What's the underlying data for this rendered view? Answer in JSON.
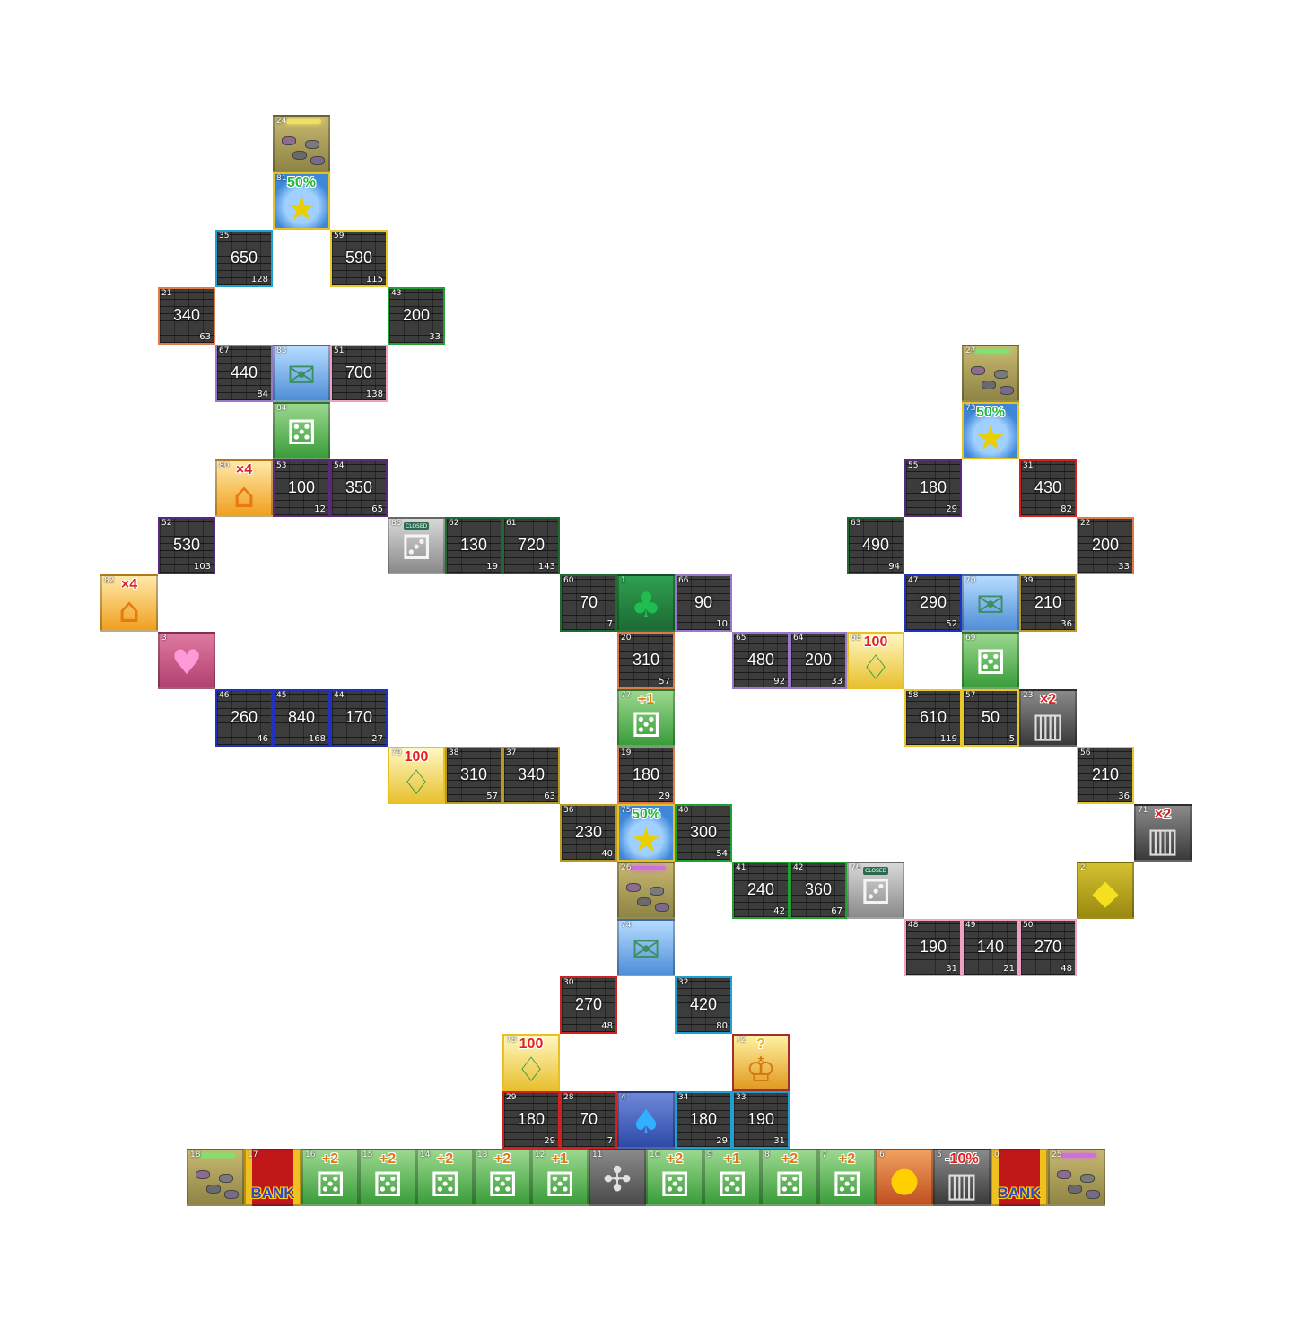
{
  "board": {
    "palette": {
      "red": "#d02020",
      "orange": "#e07a48",
      "yellow": "#e8c828",
      "green": "#20a030",
      "darkgreen": "#1f6b2f",
      "blue": "#2030c0",
      "cyan": "#20a0d0",
      "purple": "#9a78c8",
      "darkpurple": "#5a2a7a",
      "pink": "#f0a0c0",
      "olive": "#b89a20"
    },
    "properties": [
      {
        "idx": "35",
        "price": "650",
        "toll": "128",
        "col": 3,
        "row": 3,
        "color": "cyan"
      },
      {
        "idx": "59",
        "price": "590",
        "toll": "115",
        "col": 5,
        "row": 3,
        "color": "yellow"
      },
      {
        "idx": "21",
        "price": "340",
        "toll": "63",
        "col": 2,
        "row": 4,
        "color": "orange"
      },
      {
        "idx": "43",
        "price": "200",
        "toll": "33",
        "col": 6,
        "row": 4,
        "color": "green"
      },
      {
        "idx": "67",
        "price": "440",
        "toll": "84",
        "col": 3,
        "row": 5,
        "color": "purple"
      },
      {
        "idx": "51",
        "price": "700",
        "toll": "138",
        "col": 5,
        "row": 5,
        "color": "pink"
      },
      {
        "idx": "53",
        "price": "100",
        "toll": "12",
        "col": 4,
        "row": 7,
        "color": "darkpurple"
      },
      {
        "idx": "54",
        "price": "350",
        "toll": "65",
        "col": 5,
        "row": 7,
        "color": "darkpurple"
      },
      {
        "idx": "52",
        "price": "530",
        "toll": "103",
        "col": 2,
        "row": 8,
        "color": "darkpurple"
      },
      {
        "idx": "62",
        "price": "130",
        "toll": "19",
        "col": 7,
        "row": 8,
        "color": "darkgreen"
      },
      {
        "idx": "61",
        "price": "720",
        "toll": "143",
        "col": 8,
        "row": 8,
        "color": "darkgreen"
      },
      {
        "idx": "60",
        "price": "70",
        "toll": "7",
        "col": 9,
        "row": 9,
        "color": "darkgreen"
      },
      {
        "idx": "66",
        "price": "90",
        "toll": "10",
        "col": 11,
        "row": 9,
        "color": "purple"
      },
      {
        "idx": "20",
        "price": "310",
        "toll": "57",
        "col": 10,
        "row": 10,
        "color": "orange"
      },
      {
        "idx": "65",
        "price": "480",
        "toll": "92",
        "col": 12,
        "row": 10,
        "color": "purple"
      },
      {
        "idx": "64",
        "price": "200",
        "toll": "33",
        "col": 13,
        "row": 10,
        "color": "purple"
      },
      {
        "idx": "46",
        "price": "260",
        "toll": "46",
        "col": 3,
        "row": 11,
        "color": "blue"
      },
      {
        "idx": "45",
        "price": "840",
        "toll": "168",
        "col": 4,
        "row": 11,
        "color": "blue"
      },
      {
        "idx": "44",
        "price": "170",
        "toll": "27",
        "col": 5,
        "row": 11,
        "color": "blue"
      },
      {
        "idx": "38",
        "price": "310",
        "toll": "57",
        "col": 7,
        "row": 12,
        "color": "olive"
      },
      {
        "idx": "37",
        "price": "340",
        "toll": "63",
        "col": 8,
        "row": 12,
        "color": "olive"
      },
      {
        "idx": "19",
        "price": "180",
        "toll": "29",
        "col": 10,
        "row": 12,
        "color": "orange"
      },
      {
        "idx": "36",
        "price": "230",
        "toll": "40",
        "col": 9,
        "row": 13,
        "color": "olive"
      },
      {
        "idx": "40",
        "price": "300",
        "toll": "54",
        "col": 11,
        "row": 13,
        "color": "green"
      },
      {
        "idx": "41",
        "price": "240",
        "toll": "42",
        "col": 12,
        "row": 14,
        "color": "green"
      },
      {
        "idx": "42",
        "price": "360",
        "toll": "67",
        "col": 13,
        "row": 14,
        "color": "green"
      },
      {
        "idx": "30",
        "price": "270",
        "toll": "48",
        "col": 9,
        "row": 16,
        "color": "red"
      },
      {
        "idx": "32",
        "price": "420",
        "toll": "80",
        "col": 11,
        "row": 16,
        "color": "cyan"
      },
      {
        "idx": "29",
        "price": "180",
        "toll": "29",
        "col": 8,
        "row": 18,
        "color": "red"
      },
      {
        "idx": "28",
        "price": "70",
        "toll": "7",
        "col": 9,
        "row": 18,
        "color": "red"
      },
      {
        "idx": "34",
        "price": "180",
        "toll": "29",
        "col": 11,
        "row": 18,
        "color": "cyan"
      },
      {
        "idx": "33",
        "price": "190",
        "toll": "31",
        "col": 12,
        "row": 18,
        "color": "cyan"
      },
      {
        "idx": "55",
        "price": "180",
        "toll": "29",
        "col": 15,
        "row": 7,
        "color": "darkpurple"
      },
      {
        "idx": "31",
        "price": "430",
        "toll": "82",
        "col": 17,
        "row": 7,
        "color": "red"
      },
      {
        "idx": "63",
        "price": "490",
        "toll": "94",
        "col": 14,
        "row": 8,
        "color": "darkgreen"
      },
      {
        "idx": "22",
        "price": "200",
        "toll": "33",
        "col": 18,
        "row": 8,
        "color": "orange"
      },
      {
        "idx": "47",
        "price": "290",
        "toll": "52",
        "col": 15,
        "row": 9,
        "color": "blue"
      },
      {
        "idx": "39",
        "price": "210",
        "toll": "36",
        "col": 17,
        "row": 9,
        "color": "olive"
      },
      {
        "idx": "58",
        "price": "610",
        "toll": "119",
        "col": 15,
        "row": 11,
        "color": "yellow"
      },
      {
        "idx": "57",
        "price": "50",
        "toll": "5",
        "col": 16,
        "row": 11,
        "color": "yellow"
      },
      {
        "idx": "56",
        "price": "210",
        "toll": "36",
        "col": 18,
        "row": 12,
        "color": "yellow"
      },
      {
        "idx": "48",
        "price": "190",
        "toll": "31",
        "col": 15,
        "row": 15,
        "color": "pink"
      },
      {
        "idx": "49",
        "price": "140",
        "toll": "21",
        "col": 16,
        "row": 15,
        "color": "pink"
      },
      {
        "idx": "50",
        "price": "270",
        "toll": "48",
        "col": 17,
        "row": 15,
        "color": "pink"
      }
    ],
    "specials": [
      {
        "idx": "24",
        "kind": "warp",
        "col": 4,
        "row": 1,
        "gate": "#f0e060"
      },
      {
        "idx": "81",
        "kind": "star",
        "badge": "50%",
        "col": 4,
        "row": 2
      },
      {
        "idx": "83",
        "kind": "card",
        "col": 4,
        "row": 5
      },
      {
        "idx": "84",
        "kind": "dice",
        "col": 4,
        "row": 6
      },
      {
        "idx": "80",
        "kind": "house",
        "badge": "×4",
        "col": 3,
        "row": 7
      },
      {
        "idx": "82",
        "kind": "house",
        "badge": "×4",
        "col": 1,
        "row": 9
      },
      {
        "idx": "3",
        "kind": "heart",
        "col": 2,
        "row": 10
      },
      {
        "idx": "85",
        "kind": "closed",
        "label": "CLOSED",
        "col": 6,
        "row": 8
      },
      {
        "idx": "1",
        "kind": "club",
        "col": 10,
        "row": 9
      },
      {
        "idx": "68",
        "kind": "gold",
        "badge": "100",
        "col": 14,
        "row": 10
      },
      {
        "idx": "77",
        "kind": "dice",
        "badge": "+1",
        "col": 10,
        "row": 11
      },
      {
        "idx": "79",
        "kind": "gold",
        "badge": "100",
        "col": 6,
        "row": 12
      },
      {
        "idx": "75",
        "kind": "star",
        "badge": "50%",
        "col": 10,
        "row": 13
      },
      {
        "idx": "26",
        "kind": "warp",
        "col": 10,
        "row": 14,
        "gate": "#d070e0"
      },
      {
        "idx": "76",
        "kind": "closed",
        "label": "CLOSED",
        "col": 14,
        "row": 14
      },
      {
        "idx": "74",
        "kind": "card",
        "col": 10,
        "row": 15
      },
      {
        "idx": "78",
        "kind": "gold",
        "badge": "100",
        "col": 8,
        "row": 17
      },
      {
        "idx": "72",
        "kind": "question",
        "badge": "?",
        "col": 12,
        "row": 17
      },
      {
        "idx": "4",
        "kind": "spade",
        "col": 10,
        "row": 18
      },
      {
        "idx": "27",
        "kind": "warp",
        "col": 16,
        "row": 5,
        "gate": "#80e070"
      },
      {
        "idx": "73",
        "kind": "star",
        "badge": "50%",
        "col": 16,
        "row": 6
      },
      {
        "idx": "70",
        "kind": "card",
        "col": 16,
        "row": 9
      },
      {
        "idx": "69",
        "kind": "dice",
        "col": 16,
        "row": 10
      },
      {
        "idx": "23",
        "kind": "city",
        "badge": "×2",
        "col": 17,
        "row": 11
      },
      {
        "idx": "71",
        "kind": "city",
        "badge": "×2",
        "col": 19,
        "row": 13
      },
      {
        "idx": "2",
        "kind": "diamond",
        "col": 18,
        "row": 14
      }
    ],
    "bottom_row": [
      {
        "idx": "18",
        "kind": "warp",
        "gate": "#80e070"
      },
      {
        "idx": "17",
        "kind": "bank",
        "label": "BANK"
      },
      {
        "idx": "16",
        "kind": "dice",
        "badge": "+2"
      },
      {
        "idx": "15",
        "kind": "dice",
        "badge": "+2"
      },
      {
        "idx": "14",
        "kind": "dice",
        "badge": "+2"
      },
      {
        "idx": "13",
        "kind": "dice",
        "badge": "+2"
      },
      {
        "idx": "12",
        "kind": "dice",
        "badge": "+1"
      },
      {
        "idx": "11",
        "kind": "arrows"
      },
      {
        "idx": "10",
        "kind": "dice",
        "badge": "+2"
      },
      {
        "idx": "9",
        "kind": "dice",
        "badge": "+1"
      },
      {
        "idx": "8",
        "kind": "dice",
        "badge": "+2"
      },
      {
        "idx": "7",
        "kind": "dice",
        "badge": "+2"
      },
      {
        "idx": "6",
        "kind": "sun"
      },
      {
        "idx": "5",
        "kind": "city",
        "badge": "-10%"
      },
      {
        "idx": "0",
        "kind": "bank",
        "label": "BANK"
      },
      {
        "idx": "25",
        "kind": "warp",
        "gate": "#d070e0"
      }
    ]
  }
}
